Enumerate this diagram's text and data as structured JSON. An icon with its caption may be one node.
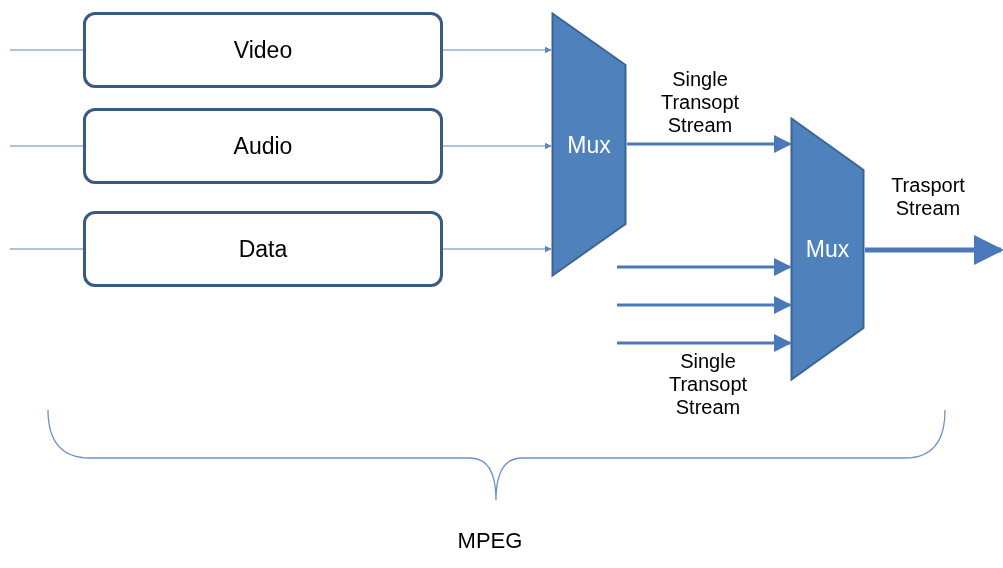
{
  "diagram": {
    "nodes": [
      {
        "text": [
          "Video"
        ]
      },
      {
        "text": [
          "Audio"
        ]
      },
      {
        "text": [
          "Data"
        ]
      },
      {
        "text": [
          "Mux"
        ]
      },
      {
        "text": [
          "Mux"
        ]
      }
    ],
    "edges": [
      {
        "from": null,
        "to": 0,
        "arrow": "none"
      },
      {
        "from": null,
        "to": 1,
        "arrow": "none"
      },
      {
        "from": null,
        "to": 2,
        "arrow": "none"
      },
      {
        "from": 0,
        "to": 3,
        "arrow": "to"
      },
      {
        "from": 1,
        "to": 3,
        "arrow": "to"
      },
      {
        "from": 2,
        "to": 3,
        "arrow": "to"
      },
      {
        "from": 3,
        "to": 4,
        "arrow": "to",
        "label": "Single Transopt Stream",
        "style": "thick"
      },
      {
        "from": null,
        "to": 4,
        "arrow": "to",
        "style": "thick"
      },
      {
        "from": null,
        "to": 4,
        "arrow": "to",
        "style": "thick"
      },
      {
        "from": null,
        "to": 4,
        "arrow": "to",
        "label": "Single Transopt Stream",
        "style": "thick"
      },
      {
        "from": 4,
        "to": null,
        "arrow": "to",
        "label": "Trasport Stream",
        "style": "thick"
      }
    ],
    "labels": [
      "MPEG"
    ]
  }
}
